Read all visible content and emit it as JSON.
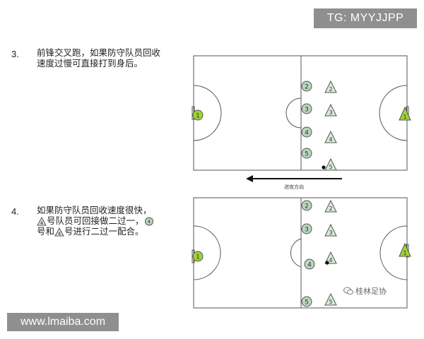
{
  "watermarks": {
    "top": "TG: MYYJJPP",
    "bottom": "www.lmaiba.com"
  },
  "step3": {
    "number": "3.",
    "text": "前锋交叉跑，如果防守队员回收速度过慢可直接打到身后。"
  },
  "step4": {
    "number": "4.",
    "parts": [
      "如果防守队员回收速度很快，",
      "号队员可回接做二过一，",
      "号和",
      "号进行二过一配合。"
    ],
    "triangle_label": "4",
    "circle_label": "4"
  },
  "attack_direction_label": "进攻方向",
  "credit": "桂林足协",
  "colors": {
    "line": "#555555",
    "circle_fill": "#b8d6be",
    "triangle_fill": "#d8ead8",
    "goalkeeper": "#9fd330"
  },
  "diagram1": {
    "goalkeeper_left": "1",
    "goalkeeper_right": "1",
    "defenders": [
      "2",
      "3",
      "4",
      "5"
    ],
    "attackers": [
      "2",
      "3",
      "4",
      "5"
    ]
  },
  "diagram2": {
    "goalkeeper_left": "1",
    "goalkeeper_right": "1",
    "defenders": [
      "2",
      "3",
      "4",
      "5"
    ],
    "attackers": [
      "2",
      "3",
      "4",
      "5"
    ]
  }
}
